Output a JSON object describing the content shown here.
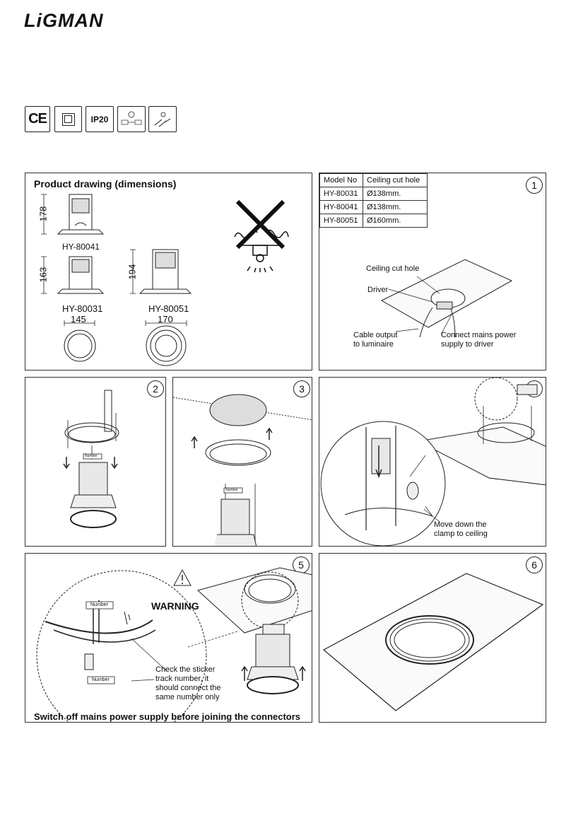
{
  "brand": "LiGMAN",
  "certifications": [
    {
      "icon": "ce-mark-icon",
      "label": "CE"
    },
    {
      "icon": "class-ii-icon",
      "label": ""
    },
    {
      "icon": "ip20-icon",
      "label": "IP20"
    },
    {
      "icon": "driver-connection-icon",
      "label": ""
    },
    {
      "icon": "connector-icon",
      "label": ""
    }
  ],
  "product_drawing": {
    "title": "Product drawing (dimensions)",
    "models": [
      {
        "name": "HY-80041",
        "height": "178"
      },
      {
        "name": "HY-80031",
        "height": "163",
        "diameter": "145"
      },
      {
        "name": "HY-80051",
        "height": "194",
        "diameter": "170"
      }
    ]
  },
  "cut_table": {
    "headers": [
      "Model No",
      "Ceiling cut hole"
    ],
    "rows": [
      [
        "HY-80031",
        "Ø138mm."
      ],
      [
        "HY-80041",
        "Ø138mm."
      ],
      [
        "HY-80051",
        "Ø160mm."
      ]
    ]
  },
  "step1": {
    "num": "1",
    "ceiling_cut_hole": "Ceiling cut hole",
    "driver": "Driver",
    "cable_output": "Cable output\nto luminaire",
    "connect_mains": "Connect mains power\nsupply to driver"
  },
  "step2": {
    "num": "2",
    "sticker": "Number"
  },
  "step3": {
    "num": "3",
    "sticker": "Number"
  },
  "step4": {
    "num": "4",
    "move_down": "Move down the\nclamp to ceiling"
  },
  "step5": {
    "num": "5",
    "warning": "WARNING",
    "sticker": "Number",
    "check_text": "Check the sticker\ntrack number, it\nshould connect the\nsame number only",
    "footer": "Switch off mains power supply before joining the connectors"
  },
  "step6": {
    "num": "6"
  }
}
